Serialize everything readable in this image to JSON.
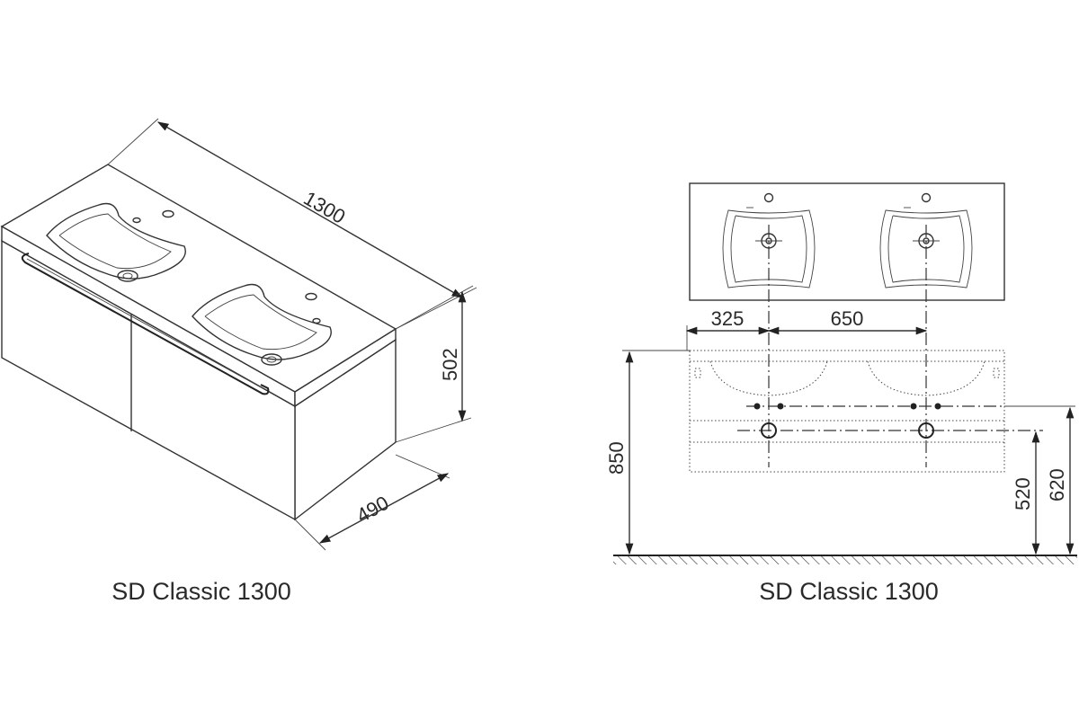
{
  "iso_view": {
    "caption": "SD Classic 1300",
    "dims": {
      "width": "1300",
      "height": "502",
      "depth": "490"
    }
  },
  "front_view": {
    "caption": "SD Classic 1300",
    "dims": {
      "left_offset": "325",
      "spacing": "650",
      "total_height": "850",
      "drain_height": "520",
      "supply_height": "620"
    }
  }
}
